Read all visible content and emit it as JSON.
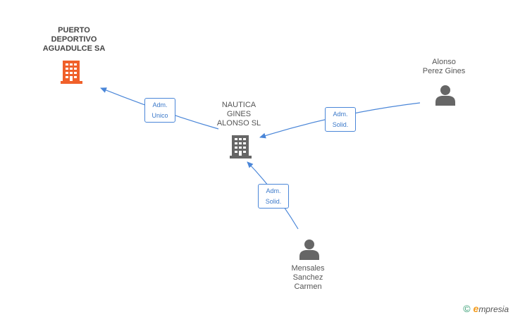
{
  "nodes": {
    "puerto": {
      "lines": [
        "PUERTO",
        "DEPORTIVO",
        "AGUADULCE SA"
      ],
      "icon": "building-icon",
      "color": "#f0602a"
    },
    "nautica": {
      "lines": [
        "NAUTICA",
        "GINES",
        "ALONSO SL"
      ],
      "icon": "building-icon",
      "color": "#666666"
    },
    "alonso": {
      "lines": [
        "Alonso",
        "Perez Gines"
      ],
      "icon": "person-icon",
      "color": "#666666"
    },
    "mensales": {
      "lines": [
        "Mensales",
        "Sanchez",
        "Carmen"
      ],
      "icon": "person-icon",
      "color": "#666666"
    }
  },
  "relations": {
    "adm_unico": {
      "line1": "Adm.",
      "line2": "Unico"
    },
    "adm_solid_alonso": {
      "line1": "Adm.",
      "line2": "Solid."
    },
    "adm_solid_mensales": {
      "line1": "Adm.",
      "line2": "Solid."
    }
  },
  "colors": {
    "edge": "#4a86d8"
  },
  "footer": {
    "copyright": "©",
    "brand_e": "e",
    "brand_rest": "mpresia"
  }
}
